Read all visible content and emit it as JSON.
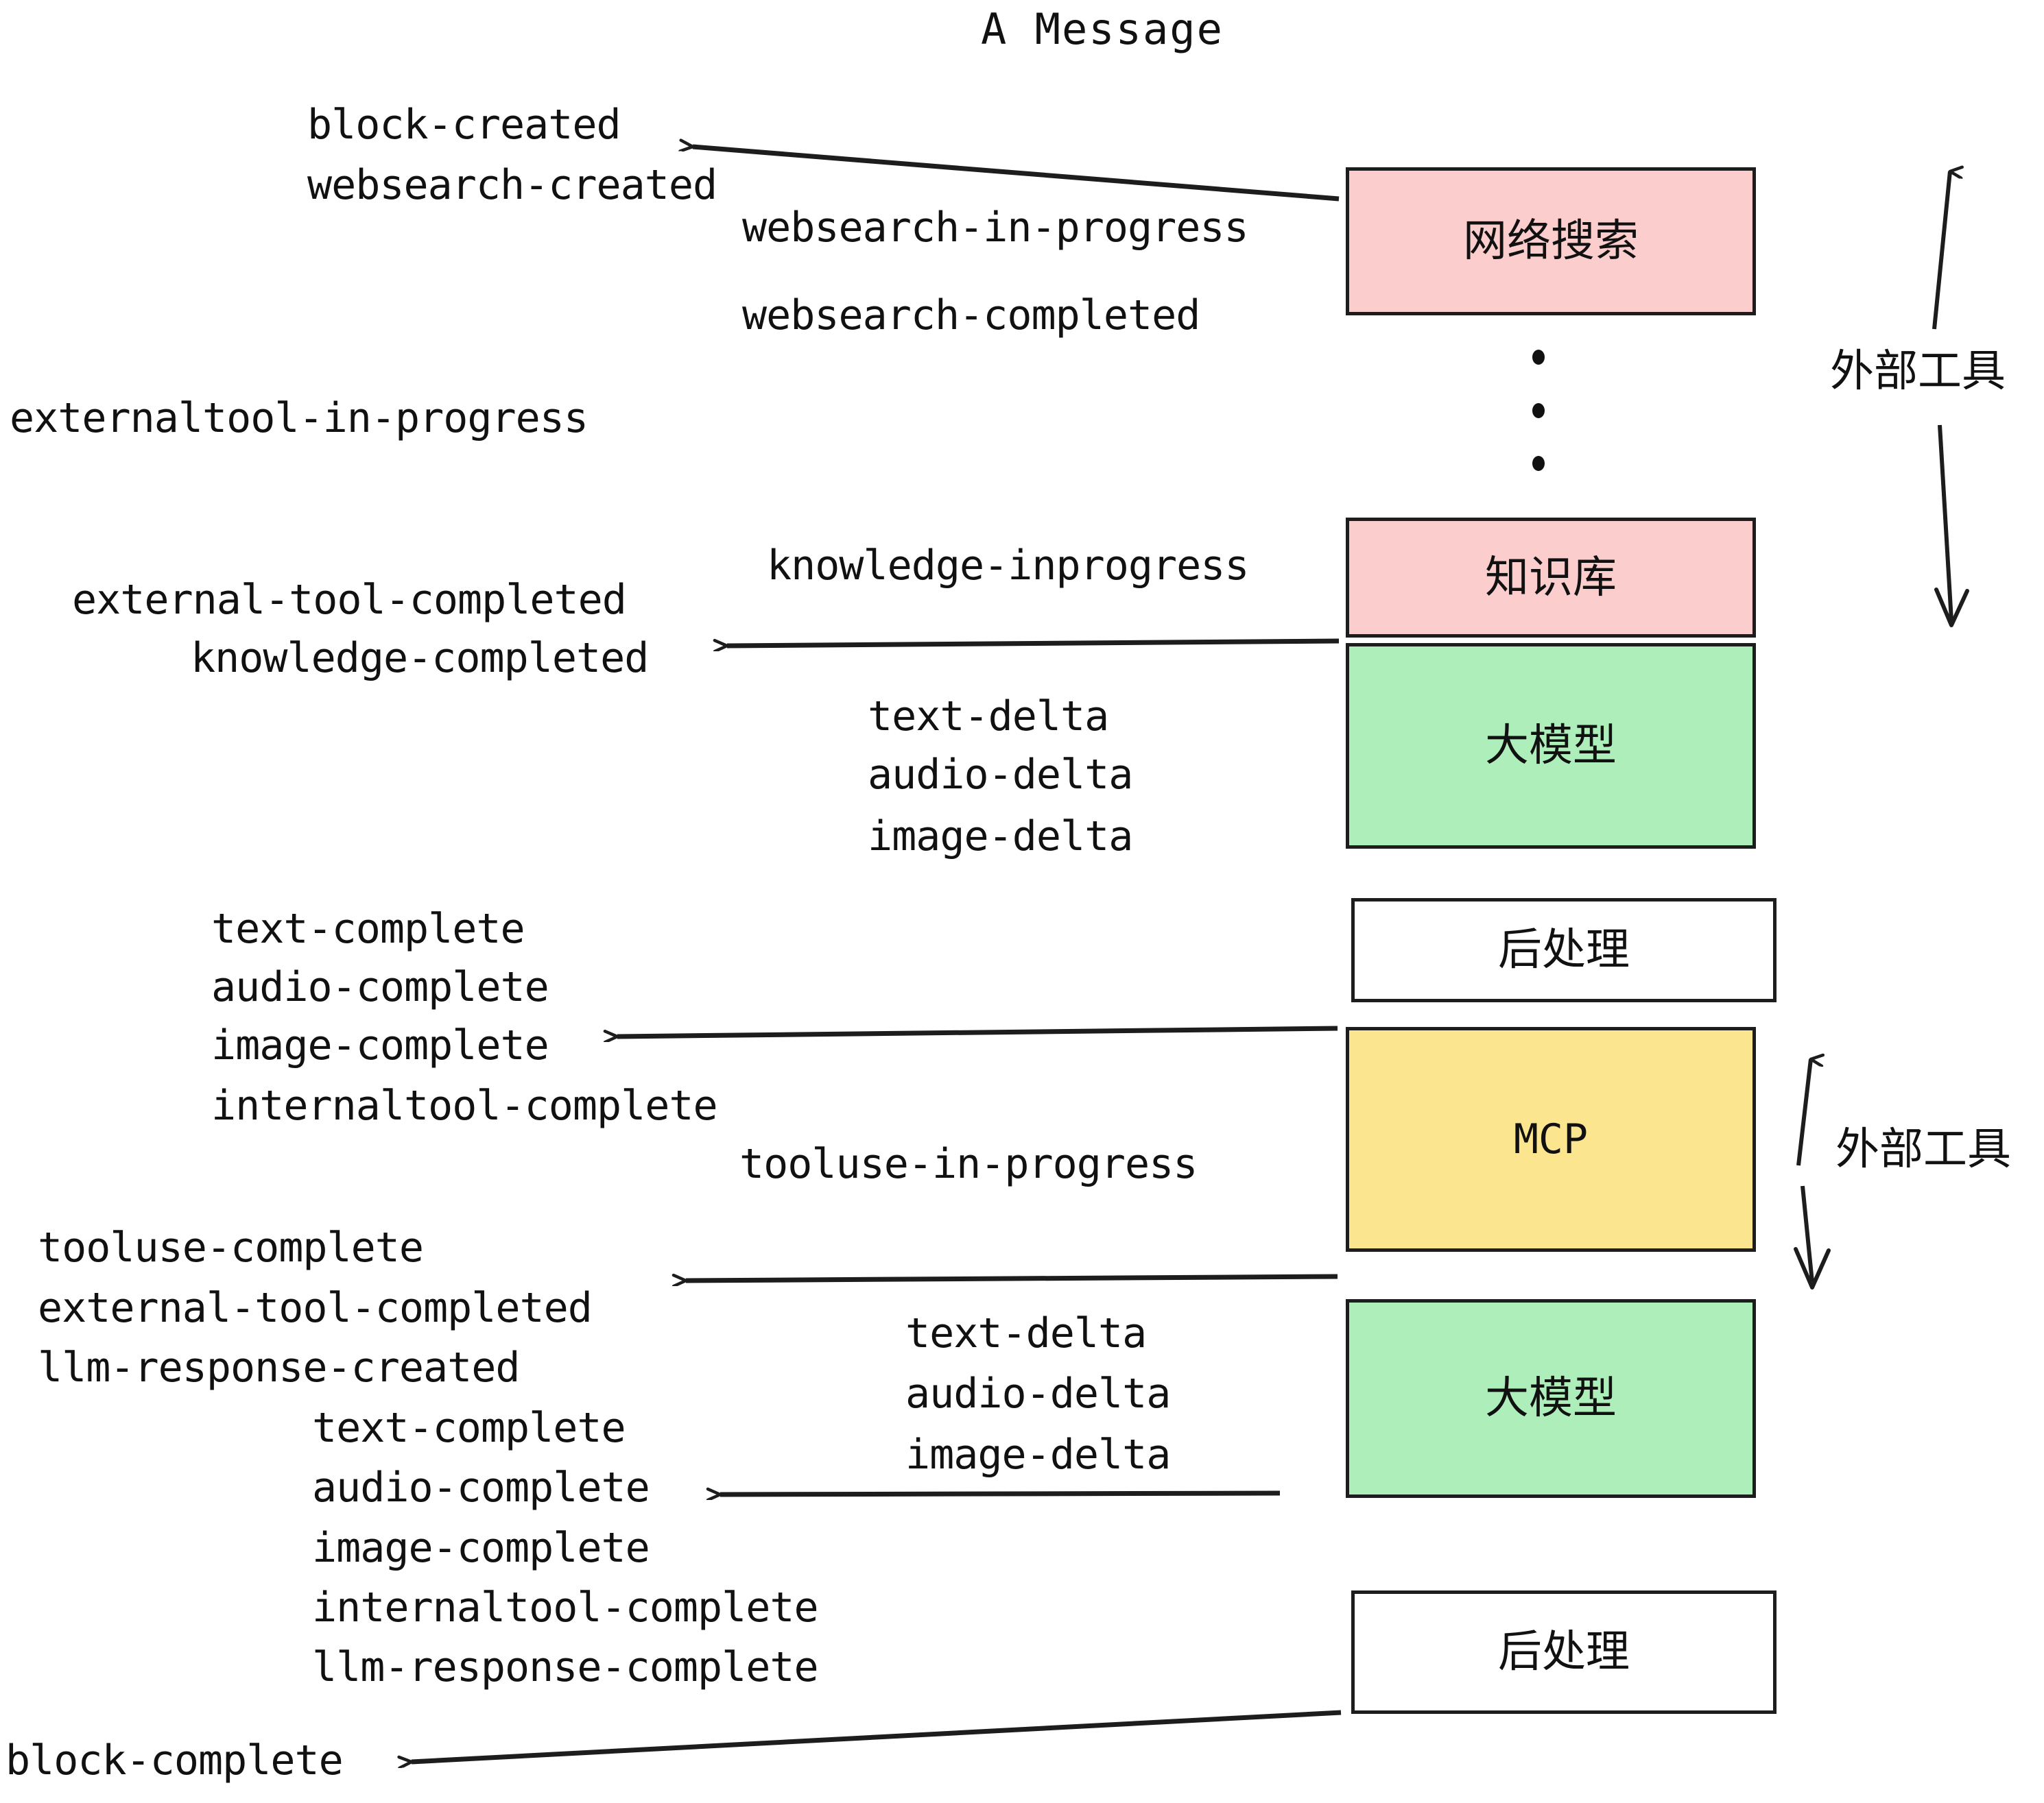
{
  "title": "A Message",
  "nodes": [
    {
      "key": "websearch",
      "label": "网络搜索",
      "color": "#fbcdcd"
    },
    {
      "key": "knowledge",
      "label": "知识库",
      "color": "#fbcdcd"
    },
    {
      "key": "llm_top",
      "label": "大模型",
      "color": "#aeeeba"
    },
    {
      "key": "post_top",
      "label": "后处理",
      "color": "#ffffff"
    },
    {
      "key": "mcp",
      "label": "MCP",
      "color": "#fbe58f"
    },
    {
      "key": "llm_bottom",
      "label": "大模型",
      "color": "#aeeeba"
    },
    {
      "key": "post_bottom",
      "label": "后处理",
      "color": "#ffffff"
    }
  ],
  "group_labels": {
    "external_tools_top": "外部工具",
    "external_tools_bottom": "外部工具"
  },
  "events": {
    "block_created": "block-created",
    "websearch_created": "websearch-created",
    "websearch_in_progress": "websearch-in-progress",
    "websearch_completed": "websearch-completed",
    "externaltool_in_progress": "externaltool-in-progress",
    "knowledge_inprogress": "knowledge-inprogress",
    "external_tool_completed_1": "external-tool-completed",
    "knowledge_completed": "knowledge-completed",
    "text_delta_1": "text-delta",
    "audio_delta_1": "audio-delta",
    "image_delta_1": "image-delta",
    "text_complete_1": "text-complete",
    "audio_complete_1": "audio-complete",
    "image_complete_1": "image-complete",
    "internaltool_complete_1": "internaltool-complete",
    "tooluse_in_progress": "tooluse-in-progress",
    "tooluse_complete": "tooluse-complete",
    "external_tool_completed_2": "external-tool-completed",
    "llm_response_created": "llm-response-created",
    "text_delta_2": "text-delta",
    "audio_delta_2": "audio-delta",
    "image_delta_2": "image-delta",
    "text_complete_2": "text-complete",
    "audio_complete_2": "audio-complete",
    "image_complete_2": "image-complete",
    "internaltool_complete_2": "internaltool-complete",
    "llm_response_complete": "llm-response-complete",
    "block_complete": "block-complete"
  },
  "colors": {
    "stroke": "#1d1d1d",
    "text": "#111111",
    "background": "#ffffff",
    "pink": "#fbcdcd",
    "green": "#aeeeba",
    "yellow": "#fbe58f",
    "white": "#ffffff"
  }
}
